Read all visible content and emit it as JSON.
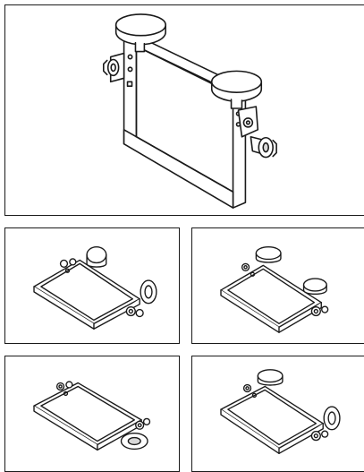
{
  "figure": {
    "panels": [
      {
        "id": "main",
        "subject": "upright-frame-with-two-round-pads",
        "pads": 2,
        "knobs": 2
      },
      {
        "id": "a",
        "subject": "flat-frame-pads-folded",
        "pads": 2,
        "knobs": 2
      },
      {
        "id": "b",
        "subject": "flat-frame-pads-raised",
        "pads": 2,
        "knobs": 1
      },
      {
        "id": "c",
        "subject": "flat-frame-single-pad-below",
        "pads": 1,
        "knobs": 2
      },
      {
        "id": "d",
        "subject": "flat-frame-single-pad-raised",
        "pads": 2,
        "knobs": 1
      }
    ],
    "colors": {
      "line": "#1a1a1a",
      "fill": "#ffffff",
      "shade": "#d8d8d8"
    }
  }
}
